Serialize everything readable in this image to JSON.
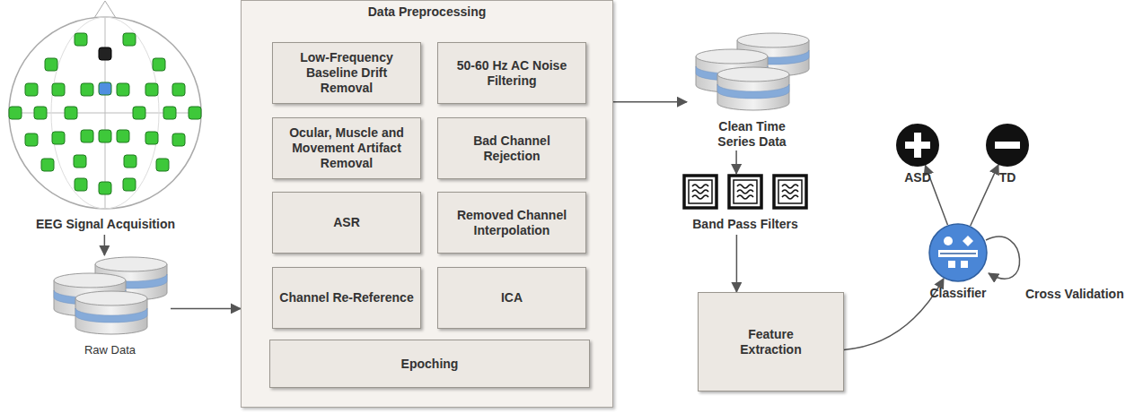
{
  "diagram": {
    "nodes": [
      {
        "text": [
          "EEG Signal Acquisition"
        ]
      },
      {
        "text": [
          "Raw Data"
        ]
      },
      {
        "text": [
          "Data Preprocessing"
        ]
      },
      {
        "text": [
          "Low-Frequency Baseline Drift Removal"
        ],
        "in": 2
      },
      {
        "text": [
          "50-60 Hz AC Noise Filtering"
        ],
        "in": 2
      },
      {
        "text": [
          "Ocular, Muscle and Movement Artifact Removal"
        ],
        "in": 2
      },
      {
        "text": [
          "Bad Channel Rejection"
        ],
        "in": 2
      },
      {
        "text": [
          "ASR"
        ],
        "in": 2
      },
      {
        "text": [
          "Removed Channel Interpolation"
        ],
        "in": 2
      },
      {
        "text": [
          "Channel Re-Reference"
        ],
        "in": 2
      },
      {
        "text": [
          "ICA"
        ],
        "in": 2
      },
      {
        "text": [
          "Epoching"
        ],
        "in": 2
      },
      {
        "text": [
          "Clean Time Series Data"
        ]
      },
      {
        "text": [
          "Band Pass Filters"
        ]
      },
      {
        "text": [
          "Feature Extraction"
        ]
      },
      {
        "text": [
          "Classifier"
        ]
      },
      {
        "text": [
          "ASD"
        ]
      },
      {
        "text": [
          "TD"
        ]
      }
    ],
    "edges": [
      {
        "from": 0,
        "to": 1,
        "arrow": "to"
      },
      {
        "from": 1,
        "to": 2,
        "arrow": "to"
      },
      {
        "from": 2,
        "to": 12,
        "arrow": "to"
      },
      {
        "from": 12,
        "to": 13,
        "arrow": "to"
      },
      {
        "from": 13,
        "to": 14,
        "arrow": "to"
      },
      {
        "from": 14,
        "to": 15,
        "arrow": "to"
      },
      {
        "from": 15,
        "to": 16,
        "arrow": "to"
      },
      {
        "from": 15,
        "to": 17,
        "arrow": "to"
      }
    ],
    "labels": [
      "Cross Validation"
    ]
  }
}
